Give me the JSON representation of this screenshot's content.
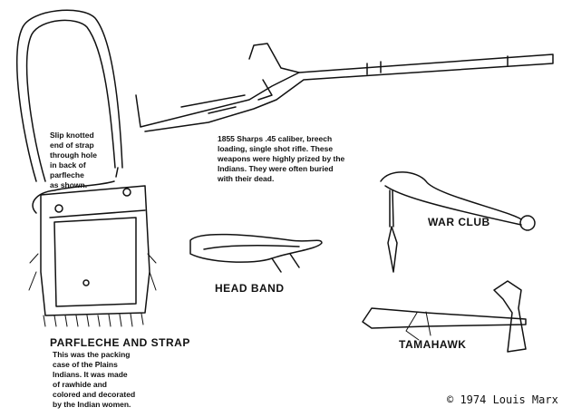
{
  "strap_note": [
    "Slip knotted",
    "end of strap",
    "through hole",
    "in back of",
    "parfleche",
    "as shown."
  ],
  "rifle_note": [
    "1855 Sharps .45 caliber, breech",
    "loading, single shot rifle. These",
    "weapons were highly prized by the",
    "Indians. They were often buried",
    "with their dead."
  ],
  "labels": {
    "parfleche": "PARFLECHE AND STRAP",
    "head_band": "HEAD BAND",
    "war_club": "WAR CLUB",
    "tamahawk": "TAMAHAWK"
  },
  "parfleche_note": [
    "This was the packing",
    "case of the Plains",
    "Indians. It was made",
    "of rawhide and",
    "colored and decorated",
    "by the Indian women."
  ],
  "copyright": "© 1974 Louis Marx"
}
